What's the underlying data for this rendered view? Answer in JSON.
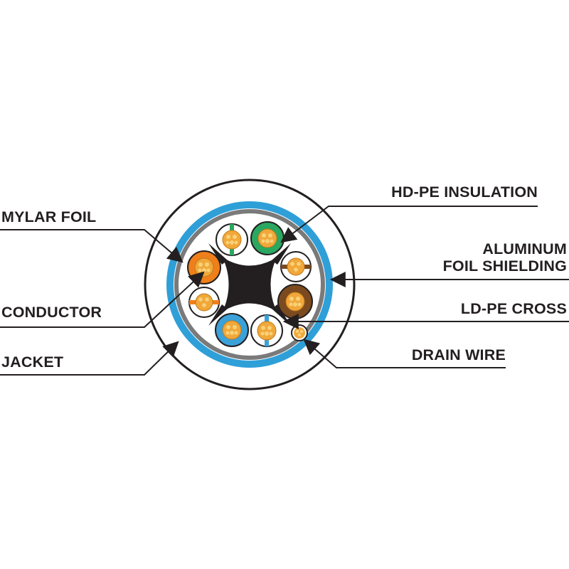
{
  "labels": {
    "mylar_foil": "MYLAR FOIL",
    "conductor": "CONDUCTOR",
    "jacket": "JACKET",
    "hdpe_insulation": "HD-PE INSULATION",
    "aluminum_line1": "ALUMINUM",
    "aluminum_line2": "FOIL SHIELDING",
    "ldpe_cross": "LD-PE CROSS",
    "drain_wire": "DRAIN WIRE"
  },
  "colors": {
    "outline": "#231f20",
    "shield_blue": "#2f9fd8",
    "foil_gray": "#7a7a7a",
    "copper": "#f1a83a",
    "orange": "#ef7f1a",
    "green": "#2aa760",
    "brown": "#7b4a1f",
    "blue": "#3ba1d9"
  },
  "wire_pairs": [
    {
      "name": "orange-pair",
      "color": "orange"
    },
    {
      "name": "green-pair",
      "color": "green"
    },
    {
      "name": "brown-pair",
      "color": "brown"
    },
    {
      "name": "blue-pair",
      "color": "blue"
    }
  ]
}
